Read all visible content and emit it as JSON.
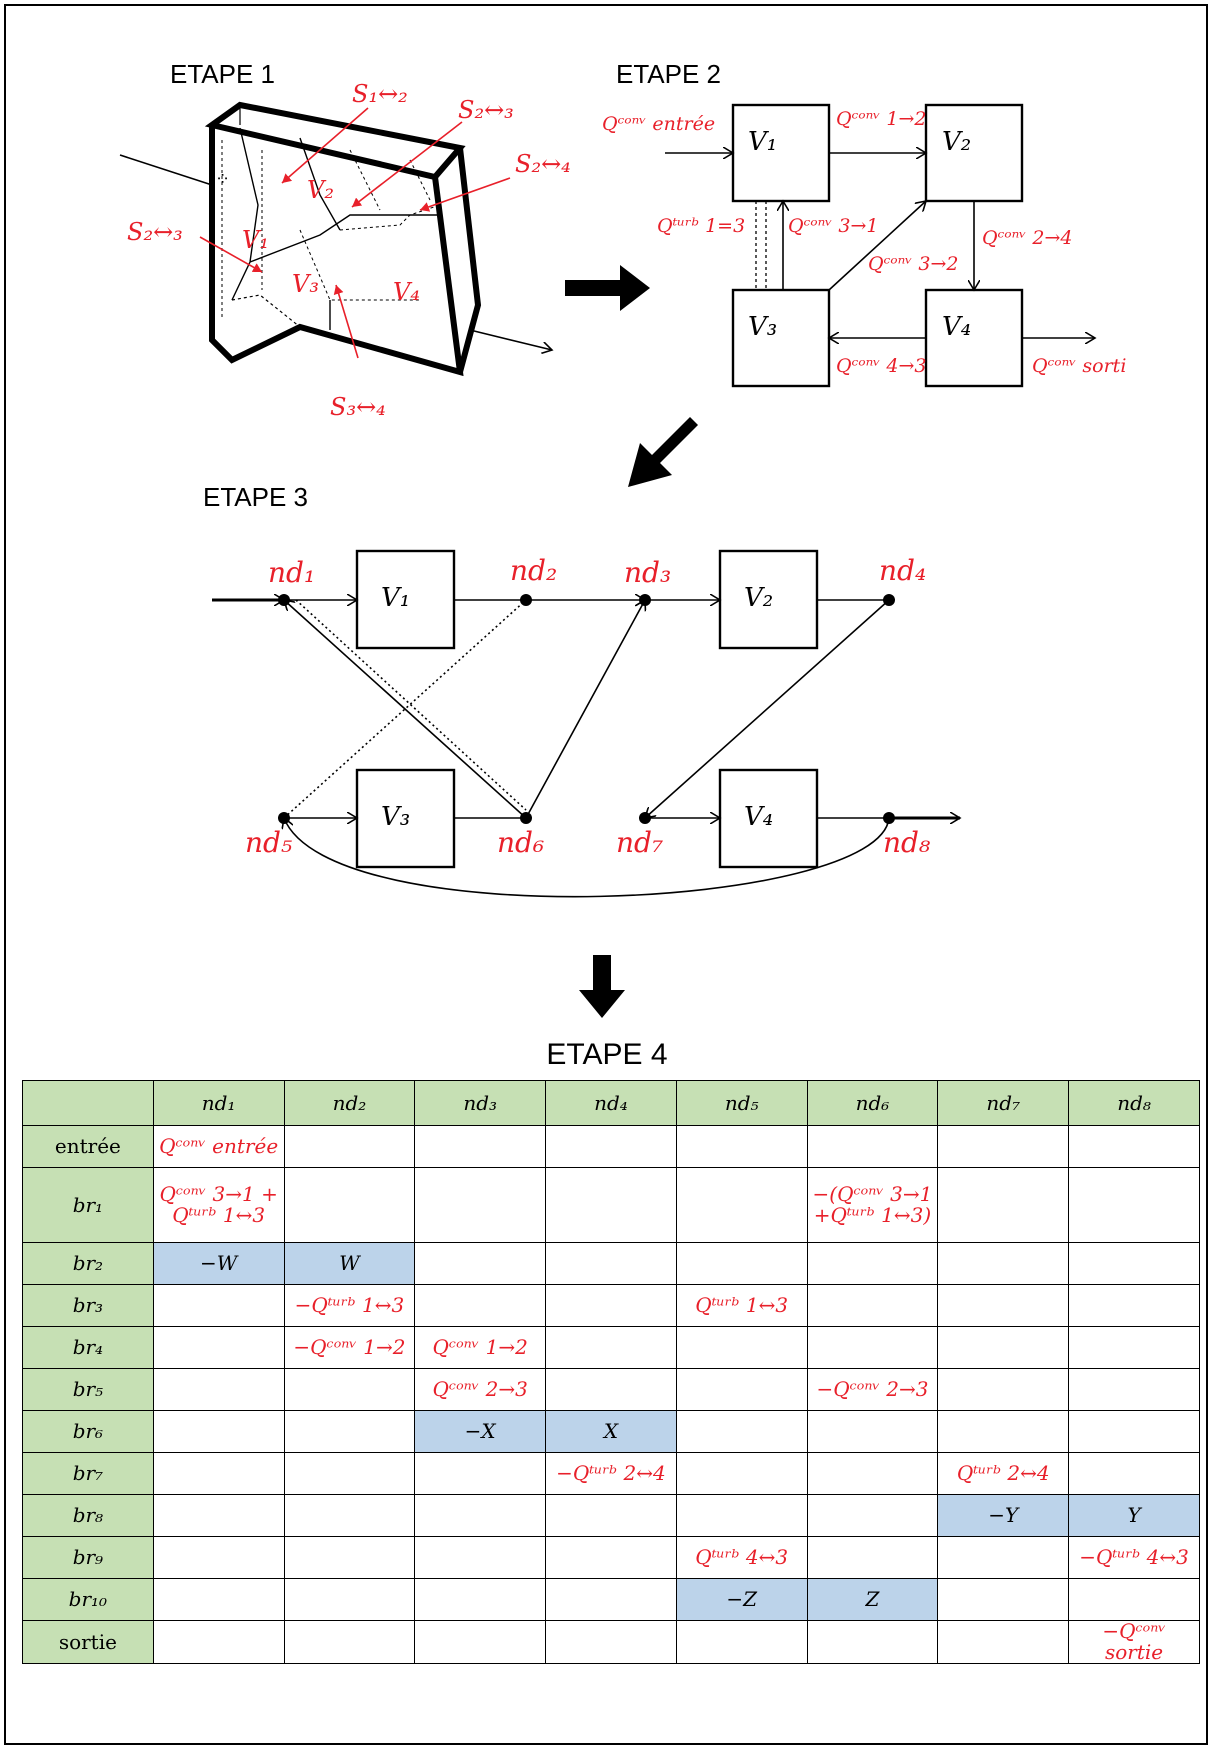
{
  "stages": {
    "etape1": "ETAPE 1",
    "etape2": "ETAPE 2",
    "etape3": "ETAPE 3",
    "etape4": "ETAPE 4"
  },
  "etape1_labels": {
    "s12": "S₁↔₂",
    "s23_top": "S₂↔₃",
    "s24": "S₂↔₄",
    "s23_left": "S₂↔₃",
    "s34": "S₃↔₄",
    "v1": "V₁",
    "v2": "V₂",
    "v3": "V₃",
    "v4": "V₄"
  },
  "etape2_labels": {
    "q_in": "Qᶜᵒⁿᵛ entrée",
    "q12": "Qᶜᵒⁿᵛ 1→2",
    "q_turb13": "Qᵗᵘʳᵇ 1=3",
    "q31": "Qᶜᵒⁿᵛ 3→1",
    "q32": "Qᶜᵒⁿᵛ 3→2",
    "q24": "Qᶜᵒⁿᵛ 2→4",
    "q43": "Qᶜᵒⁿᵛ 4→3",
    "q_out": "Qᶜᵒⁿᵛ sorti",
    "v1": "V₁",
    "v2": "V₂",
    "v3": "V₃",
    "v4": "V₄"
  },
  "etape3_labels": {
    "nd1": "nd₁",
    "nd2": "nd₂",
    "nd3": "nd₃",
    "nd4": "nd₄",
    "nd5": "nd₅",
    "nd6": "nd₆",
    "nd7": "nd₇",
    "nd8": "nd₈",
    "v1": "V₁",
    "v2": "V₂",
    "v3": "V₃",
    "v4": "V₄"
  },
  "table": {
    "headers": [
      "nd₁",
      "nd₂",
      "nd₃",
      "nd₄",
      "nd₅",
      "nd₆",
      "nd₇",
      "nd₈"
    ],
    "rows": [
      {
        "label": "entrée",
        "cells": [
          "Qᶜᵒⁿᵛ entrée",
          "",
          "",
          "",
          "",
          "",
          "",
          ""
        ]
      },
      {
        "label": "br₁",
        "cells": [
          "Qᶜᵒⁿᵛ 3→1 + Qᵗᵘʳᵇ 1↔3",
          "",
          "",
          "",
          "",
          "−(Qᶜᵒⁿᵛ 3→1 +Qᵗᵘʳᵇ 1↔3)",
          "",
          ""
        ]
      },
      {
        "label": "br₂",
        "cells": [
          "−W",
          "W",
          "",
          "",
          "",
          "",
          "",
          ""
        ]
      },
      {
        "label": "br₃",
        "cells": [
          "",
          "−Qᵗᵘʳᵇ 1↔3",
          "",
          "",
          "Qᵗᵘʳᵇ 1↔3",
          "",
          "",
          ""
        ]
      },
      {
        "label": "br₄",
        "cells": [
          "",
          "−Qᶜᵒⁿᵛ 1→2",
          "Qᶜᵒⁿᵛ 1→2",
          "",
          "",
          "",
          "",
          ""
        ]
      },
      {
        "label": "br₅",
        "cells": [
          "",
          "",
          "Qᶜᵒⁿᵛ 2→3",
          "",
          "",
          "−Qᶜᵒⁿᵛ 2→3",
          "",
          ""
        ]
      },
      {
        "label": "br₆",
        "cells": [
          "",
          "",
          "−X",
          "X",
          "",
          "",
          "",
          ""
        ]
      },
      {
        "label": "br₇",
        "cells": [
          "",
          "",
          "",
          "−Qᵗᵘʳᵇ 2↔4",
          "",
          "",
          "Qᵗᵘʳᵇ 2↔4",
          ""
        ]
      },
      {
        "label": "br₈",
        "cells": [
          "",
          "",
          "",
          "",
          "",
          "",
          "−Y",
          "Y"
        ]
      },
      {
        "label": "br₉",
        "cells": [
          "",
          "",
          "",
          "",
          "Qᵗᵘʳᵇ 4↔3",
          "",
          "",
          "−Qᵗᵘʳᵇ 4↔3"
        ]
      },
      {
        "label": "br₁₀",
        "cells": [
          "",
          "",
          "",
          "",
          "−Z",
          "Z",
          "",
          ""
        ]
      },
      {
        "label": "sortie",
        "cells": [
          "",
          "",
          "",
          "",
          "",
          "",
          "",
          "−Qᶜᵒⁿᵛ sortie"
        ]
      }
    ],
    "highlight_color": "#bcd3ea",
    "header_color": "#c6e0b4",
    "value_color": "#e8202a"
  }
}
